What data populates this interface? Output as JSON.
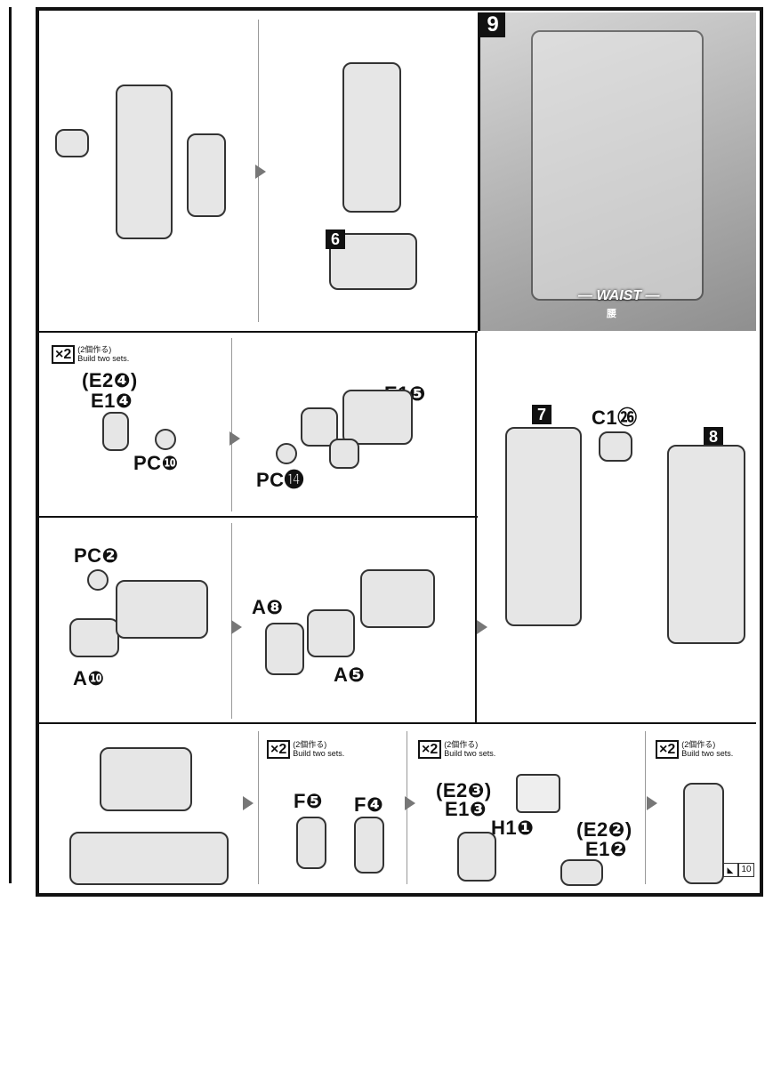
{
  "step": {
    "number": "9",
    "title": "— WAIST —",
    "title_jp": "腰"
  },
  "build_note": {
    "multiplier": "×2",
    "jp": "(2個作る)",
    "en": "Build two sets."
  },
  "sub_steps": {
    "six": "6",
    "seven": "7",
    "eight": "8"
  },
  "parts": {
    "e2_4": "(E2❹)",
    "e1_4": "E1❹",
    "pc_10": "PC❿",
    "e1_5": "E1❺",
    "pc_14": "PC⓮",
    "c1_26": "C1㉖",
    "pc_2": "PC❷",
    "a_10": "A❿",
    "a_8": "A❽",
    "a_5": "A❺",
    "f_5": "F❺",
    "f_4": "F❹",
    "e2_3": "(E2❸)",
    "e1_3": "E1❸",
    "h1_1": "H1❶",
    "e2_2": "(E2❷)",
    "e1_2": "E1❷"
  },
  "sticker": {
    "number": "10"
  }
}
